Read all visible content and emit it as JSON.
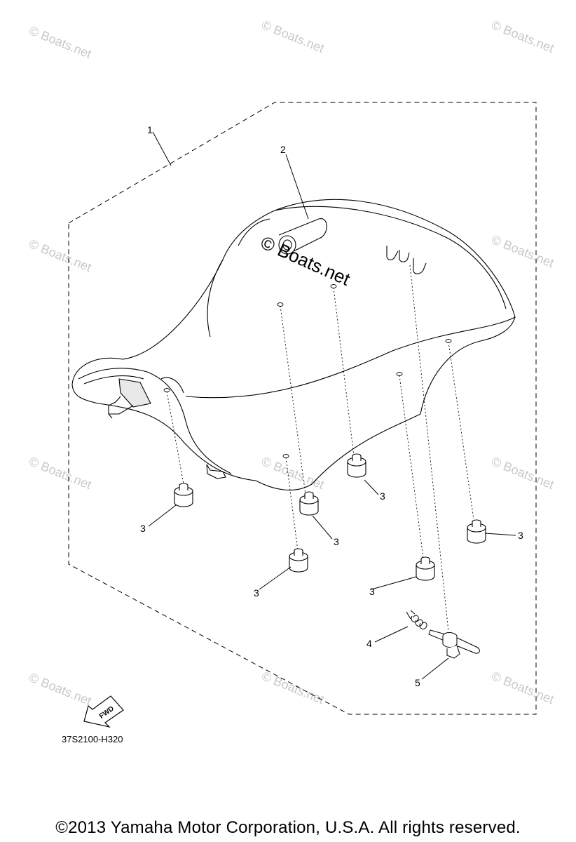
{
  "watermark": "© Boats.net",
  "callouts": {
    "c1": "1",
    "c2": "2",
    "c3a": "3",
    "c3b": "3",
    "c3c": "3",
    "c3d": "3",
    "c3e": "3",
    "c3f": "3",
    "c4": "4",
    "c5": "5"
  },
  "fwd_label": "FWD",
  "diagram_code": "37S2100-H320",
  "copyright": "©2013 Yamaha Motor Corporation, U.S.A. All rights reserved."
}
